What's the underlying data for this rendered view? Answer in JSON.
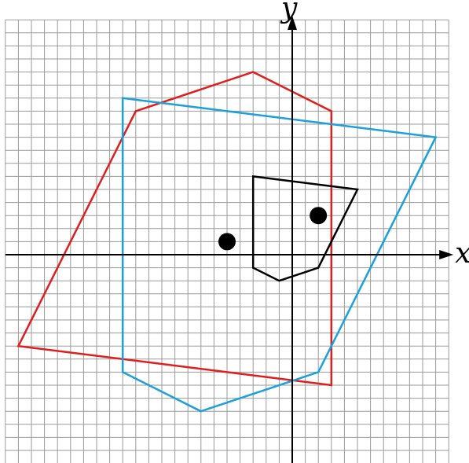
{
  "axes": {
    "x_label": "x",
    "y_label": "y"
  },
  "grid": {
    "xmin": -22,
    "xmax": 12,
    "ymin": -16,
    "ymax": 18,
    "step": 1
  },
  "colors": {
    "red": "#e01e1e",
    "blue": "#1aa0dc",
    "black": "#000000"
  },
  "shapes": [
    {
      "name": "red-polygon",
      "color": "#e01e1e",
      "points": [
        [
          -21,
          -7
        ],
        [
          -12,
          11
        ],
        [
          -3,
          14
        ],
        [
          3,
          11
        ],
        [
          3,
          -10
        ]
      ]
    },
    {
      "name": "blue-polygon",
      "color": "#1aa0dc",
      "points": [
        [
          -13,
          12
        ],
        [
          11,
          9
        ],
        [
          2,
          -9
        ],
        [
          -7,
          -12
        ],
        [
          -13,
          -9
        ]
      ]
    },
    {
      "name": "black-polygon",
      "color": "#000000",
      "points": [
        [
          -3,
          6
        ],
        [
          5,
          5
        ],
        [
          2,
          -1
        ],
        [
          -1,
          -2
        ],
        [
          -3,
          -1
        ]
      ]
    }
  ],
  "points": [
    {
      "name": "dot-left",
      "x": -5,
      "y": 1
    },
    {
      "name": "dot-right",
      "x": 2,
      "y": 3
    }
  ]
}
